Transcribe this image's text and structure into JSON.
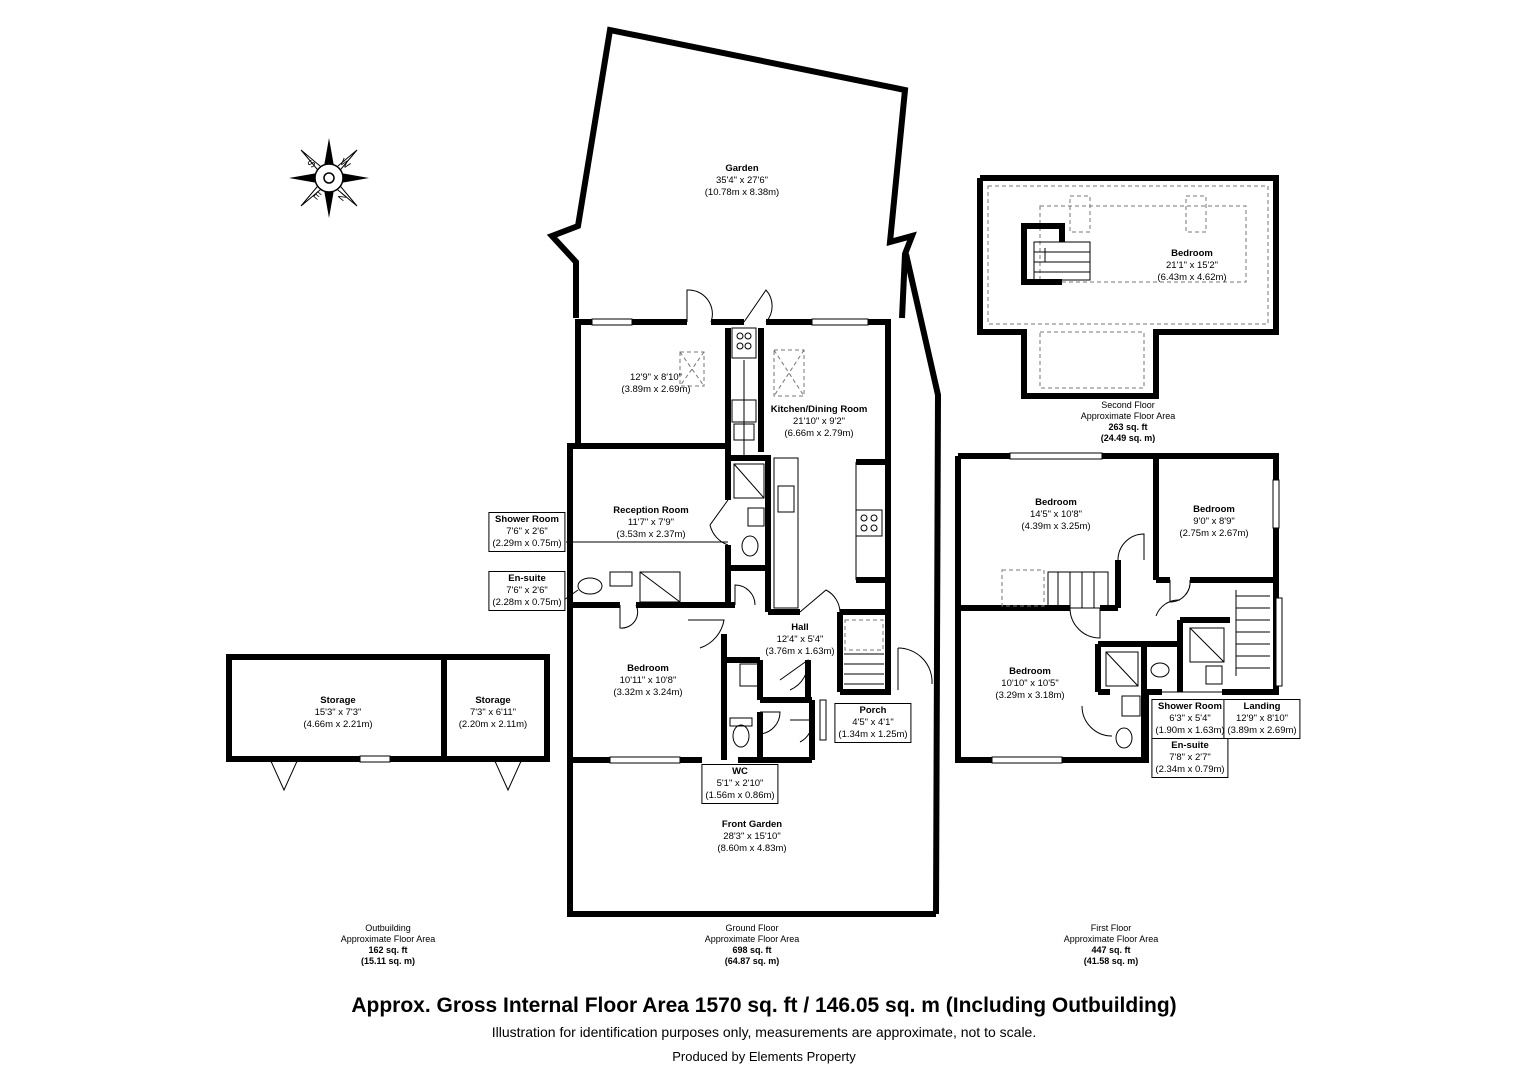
{
  "compass": {
    "icon": "compass-rose-icon",
    "letters": [
      "W",
      "S",
      "E",
      "N"
    ]
  },
  "rooms": [
    {
      "id": "garden",
      "name": "Garden",
      "imperial": "35'4\" x 27'6\"",
      "metric": "(10.78m x 8.38m)"
    },
    {
      "id": "reception-upper",
      "name": "",
      "imperial": "12'9\" x 8'10\"",
      "metric": "(3.89m x 2.69m)"
    },
    {
      "id": "kitchen",
      "name": "Kitchen/Dining Room",
      "imperial": "21'10\" x 9'2\"",
      "metric": "(6.66m x 2.79m)"
    },
    {
      "id": "reception",
      "name": "Reception Room",
      "imperial": "11'7\" x 7'9\"",
      "metric": "(3.53m x 2.37m)"
    },
    {
      "id": "shower-gf",
      "name": "Shower Room",
      "imperial": "7'6\" x 2'6\"",
      "metric": "(2.29m x 0.75m)"
    },
    {
      "id": "ensuite-gf",
      "name": "En-suite",
      "imperial": "7'6\" x 2'6\"",
      "metric": "(2.28m x 0.75m)"
    },
    {
      "id": "bedroom-gf",
      "name": "Bedroom",
      "imperial": "10'11\" x 10'8\"",
      "metric": "(3.32m x 3.24m)"
    },
    {
      "id": "hall",
      "name": "Hall",
      "imperial": "12'4\" x 5'4\"",
      "metric": "(3.76m x 1.63m)"
    },
    {
      "id": "porch",
      "name": "Porch",
      "imperial": "4'5\" x 4'1\"",
      "metric": "(1.34m x 1.25m)"
    },
    {
      "id": "wc",
      "name": "WC",
      "imperial": "5'1\" x 2'10\"",
      "metric": "(1.56m x 0.86m)"
    },
    {
      "id": "front-garden",
      "name": "Front Garden",
      "imperial": "28'3\" x 15'10\"",
      "metric": "(8.60m x 4.83m)"
    },
    {
      "id": "storage-1",
      "name": "Storage",
      "imperial": "15'3\" x 7'3\"",
      "metric": "(4.66m x 2.21m)"
    },
    {
      "id": "storage-2",
      "name": "Storage",
      "imperial": "7'3\" x 6'11\"",
      "metric": "(2.20m x 2.11m)"
    },
    {
      "id": "bedroom-2f",
      "name": "Bedroom",
      "imperial": "21'1\" x 15'2\"",
      "metric": "(6.43m x 4.62m)"
    },
    {
      "id": "bedroom-1f-a",
      "name": "Bedroom",
      "imperial": "14'5\" x 10'8\"",
      "metric": "(4.39m x 3.25m)"
    },
    {
      "id": "bedroom-1f-b",
      "name": "Bedroom",
      "imperial": "9'0\" x 8'9\"",
      "metric": "(2.75m x 2.67m)"
    },
    {
      "id": "bedroom-1f-c",
      "name": "Bedroom",
      "imperial": "10'10\" x 10'5\"",
      "metric": "(3.29m x 3.18m)"
    },
    {
      "id": "shower-1f",
      "name": "Shower Room",
      "imperial": "6'3\" x 5'4\"",
      "metric": "(1.90m x 1.63m)"
    },
    {
      "id": "landing",
      "name": "Landing",
      "imperial": "12'9\" x 8'10\"",
      "metric": "(3.89m x 2.69m)"
    },
    {
      "id": "ensuite-1f",
      "name": "En-suite",
      "imperial": "7'8\" x 2'7\"",
      "metric": "(2.34m x 0.79m)"
    }
  ],
  "floors": [
    {
      "id": "second",
      "name": "Second Floor",
      "label": "Approximate Floor Area",
      "sqft": "263 sq. ft",
      "sqm": "(24.49 sq. m)"
    },
    {
      "id": "outbuilding",
      "name": "Outbuilding",
      "label": "Approximate Floor Area",
      "sqft": "162 sq. ft",
      "sqm": "(15.11 sq. m)"
    },
    {
      "id": "ground",
      "name": "Ground Floor",
      "label": "Approximate Floor Area",
      "sqft": "698 sq. ft",
      "sqm": "(64.87 sq. m)"
    },
    {
      "id": "first",
      "name": "First Floor",
      "label": "Approximate Floor Area",
      "sqft": "447 sq. ft",
      "sqm": "(41.58 sq. m)"
    }
  ],
  "footer": {
    "title": "Approx. Gross Internal Floor Area 1570 sq. ft / 146.05 sq. m (Including Outbuilding)",
    "disclaimer": "Illustration for identification purposes only, measurements are approximate, not to scale.",
    "produced_by": "Produced by Elements Property"
  }
}
